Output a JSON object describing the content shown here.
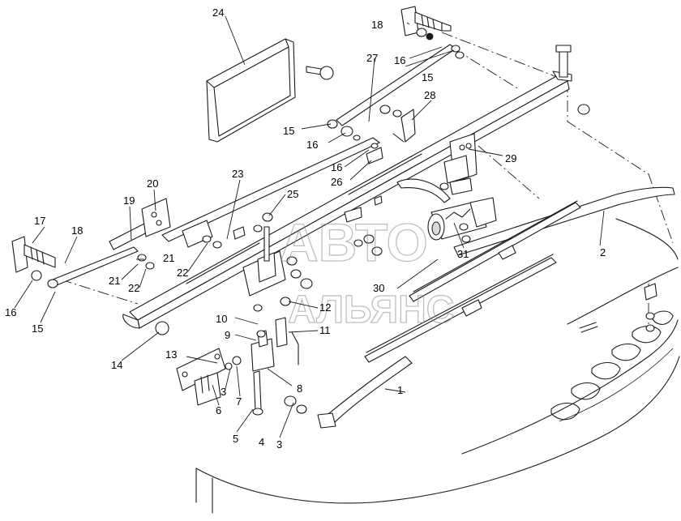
{
  "diagram": {
    "callouts": {
      "c1": "1",
      "c2": "2",
      "c3a": "3",
      "c3b": "3",
      "c4": "4",
      "c5": "5",
      "c6": "6",
      "c7": "7",
      "c8": "8",
      "c9": "9",
      "c10": "10",
      "c11": "11",
      "c12": "12",
      "c13": "13",
      "c14": "14",
      "c15a": "15",
      "c15b": "15",
      "c15c": "15",
      "c16a": "16",
      "c16b": "16",
      "c16c": "16",
      "c16d": "16",
      "c17": "17",
      "c18a": "18",
      "c18b": "18",
      "c19": "19",
      "c20": "20",
      "c21a": "21",
      "c21b": "21",
      "c22a": "22",
      "c22b": "22",
      "c23": "23",
      "c24": "24",
      "c25": "25",
      "c26": "26",
      "c27": "27",
      "c28": "28",
      "c29": "29",
      "c30": "30",
      "c31": "31"
    },
    "watermark": {
      "line1": "АВТО",
      "line2": "АЛЬЯНС"
    }
  }
}
